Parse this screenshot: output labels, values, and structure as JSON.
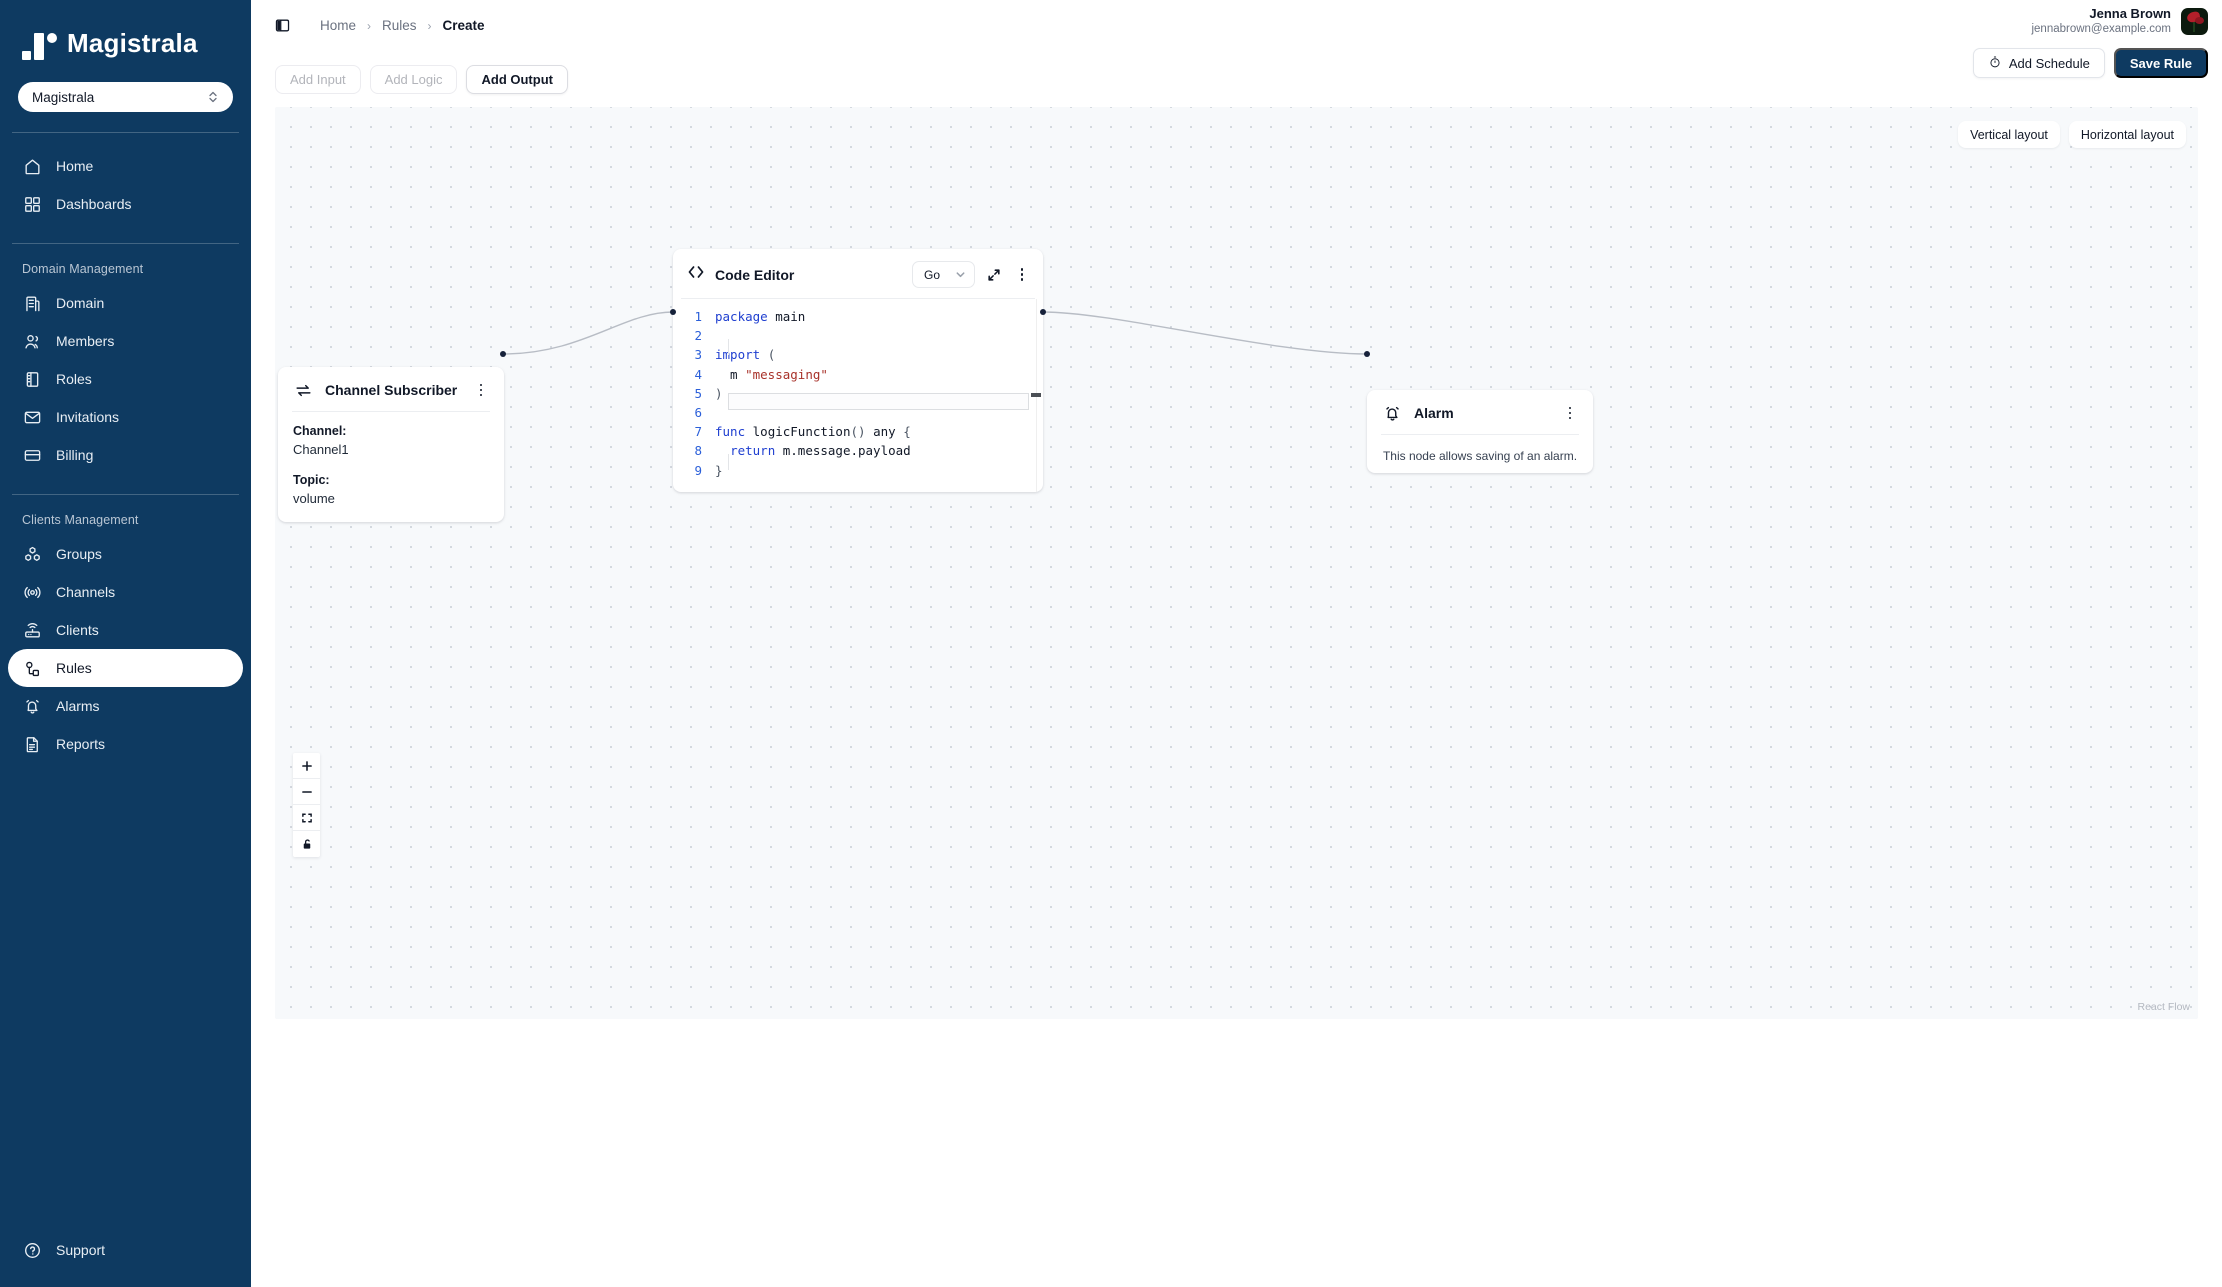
{
  "brand": {
    "name": "Magistrala"
  },
  "domain_select": {
    "value": "Magistrala",
    "icon": "chevron-up-down-icon"
  },
  "sidebar": {
    "top_items": [
      {
        "label": "Home",
        "icon": "home-icon",
        "active": false
      },
      {
        "label": "Dashboards",
        "icon": "dashboards-icon",
        "active": false
      }
    ],
    "groups": [
      {
        "label": "Domain Management",
        "items": [
          {
            "label": "Domain",
            "icon": "building-icon",
            "active": false
          },
          {
            "label": "Members",
            "icon": "users-icon",
            "active": false
          },
          {
            "label": "Roles",
            "icon": "roles-book-icon",
            "active": false
          },
          {
            "label": "Invitations",
            "icon": "envelope-icon",
            "active": false
          },
          {
            "label": "Billing",
            "icon": "credit-card-icon",
            "active": false
          }
        ]
      },
      {
        "label": "Clients Management",
        "items": [
          {
            "label": "Groups",
            "icon": "groups-cubes-icon",
            "active": false
          },
          {
            "label": "Channels",
            "icon": "broadcast-icon",
            "active": false
          },
          {
            "label": "Clients",
            "icon": "router-icon",
            "active": false
          },
          {
            "label": "Rules",
            "icon": "rules-nodes-icon",
            "active": true
          },
          {
            "label": "Alarms",
            "icon": "bell-alarm-icon",
            "active": false
          },
          {
            "label": "Reports",
            "icon": "report-doc-icon",
            "active": false
          }
        ]
      }
    ],
    "support": {
      "label": "Support",
      "icon": "question-circle-icon"
    }
  },
  "topbar": {
    "panel_toggle_icon": "panel-toggle-icon",
    "breadcrumb": [
      {
        "label": "Home",
        "current": false
      },
      {
        "label": "Rules",
        "current": false
      },
      {
        "label": "Create",
        "current": true
      }
    ],
    "breadcrumb_separator": "›",
    "user": {
      "name": "Jenna Brown",
      "email": "jennabrown@example.com",
      "avatar": "user-avatar"
    },
    "actions": {
      "add_schedule": {
        "label": "Add Schedule",
        "icon": "stopwatch-icon"
      },
      "save_rule": {
        "label": "Save Rule"
      }
    }
  },
  "tabs": [
    {
      "label": "Add Input",
      "active": false
    },
    {
      "label": "Add Logic",
      "active": false
    },
    {
      "label": "Add Output",
      "active": true
    }
  ],
  "canvas": {
    "layout_buttons": [
      {
        "label": "Vertical layout"
      },
      {
        "label": "Horizontal layout"
      }
    ],
    "controls": [
      {
        "name": "zoom-in",
        "icon": "plus-icon"
      },
      {
        "name": "zoom-out",
        "icon": "minus-icon"
      },
      {
        "name": "fit-view",
        "icon": "fit-view-icon"
      },
      {
        "name": "toggle-interactivity",
        "icon": "unlock-icon"
      }
    ],
    "attribution": "React Flow",
    "nodes": {
      "channel_subscriber": {
        "title": "Channel Subscriber",
        "icon": "exchange-arrows-icon",
        "fields": [
          {
            "label": "Channel:",
            "value": "Channel1"
          },
          {
            "label": "Topic:",
            "value": "volume"
          }
        ]
      },
      "code_editor": {
        "title": "Code Editor",
        "icon": "code-brackets-icon",
        "language": "Go",
        "language_chevron": "chevron-down-icon",
        "expand_icon": "expand-diagonal-icon",
        "code_lines": [
          {
            "n": "1",
            "tokens": [
              {
                "t": "package ",
                "c": "k"
              },
              {
                "t": "main",
                "c": ""
              }
            ]
          },
          {
            "n": "2",
            "tokens": []
          },
          {
            "n": "3",
            "tokens": [
              {
                "t": "import ",
                "c": "k"
              },
              {
                "t": "(",
                "c": "p"
              }
            ]
          },
          {
            "n": "4",
            "tokens": [
              {
                "t": "  m ",
                "c": ""
              },
              {
                "t": "\"messaging\"",
                "c": "s"
              }
            ]
          },
          {
            "n": "5",
            "tokens": [
              {
                "t": ")",
                "c": "p"
              }
            ]
          },
          {
            "n": "6",
            "tokens": []
          },
          {
            "n": "7",
            "tokens": [
              {
                "t": "func ",
                "c": "k"
              },
              {
                "t": "logicFunction",
                "c": ""
              },
              {
                "t": "()",
                "c": "p"
              },
              {
                "t": " any ",
                "c": ""
              },
              {
                "t": "{",
                "c": "p"
              }
            ]
          },
          {
            "n": "8",
            "tokens": [
              {
                "t": "  return ",
                "c": "k"
              },
              {
                "t": "m.message.payload",
                "c": ""
              }
            ]
          },
          {
            "n": "9",
            "tokens": [
              {
                "t": "}",
                "c": "p"
              }
            ]
          }
        ],
        "active_line": 6
      },
      "alarm": {
        "title": "Alarm",
        "icon": "bell-alarm-icon",
        "description": "This node allows saving of an alarm."
      }
    }
  },
  "colors": {
    "brand_navy": "#0e3a61",
    "canvas_bg": "#f7f9fb",
    "handle": "#16213a",
    "code_keyword": "#1f3fd0",
    "code_string": "#a8322a",
    "line_number": "#2b5fd9"
  }
}
